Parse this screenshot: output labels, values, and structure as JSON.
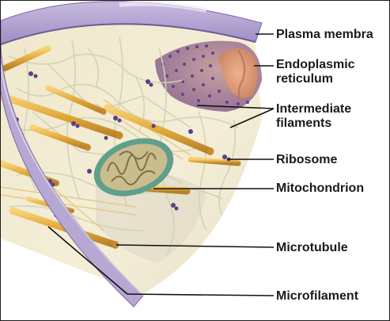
{
  "labels": {
    "plasma_membrane": "Plasma membra",
    "endoplasmic_reticulum_line1": "Endoplasmic",
    "endoplasmic_reticulum_line2": "reticulum",
    "intermediate_filaments_line1": "Intermediate",
    "intermediate_filaments_line2": "filaments",
    "ribosome": "Ribosome",
    "mitochondrion": "Mitochondrion",
    "microtubule": "Microtubule",
    "microfilament": "Microfilament"
  },
  "colors": {
    "membrane": "#b7a7d3",
    "membrane_edge": "#7b68a6",
    "cytoplasm": "#f1ebcf",
    "microtubule": "#e3ad3a",
    "filament": "#d9dcc2",
    "ribosome": "#5b3e86",
    "mitochondrion_outer": "#5f9f8b",
    "mitochondrion_inner": "#c9bd8a",
    "er": "#a48399",
    "nucleus_region": "#d79a78",
    "leader_line": "#111111"
  }
}
